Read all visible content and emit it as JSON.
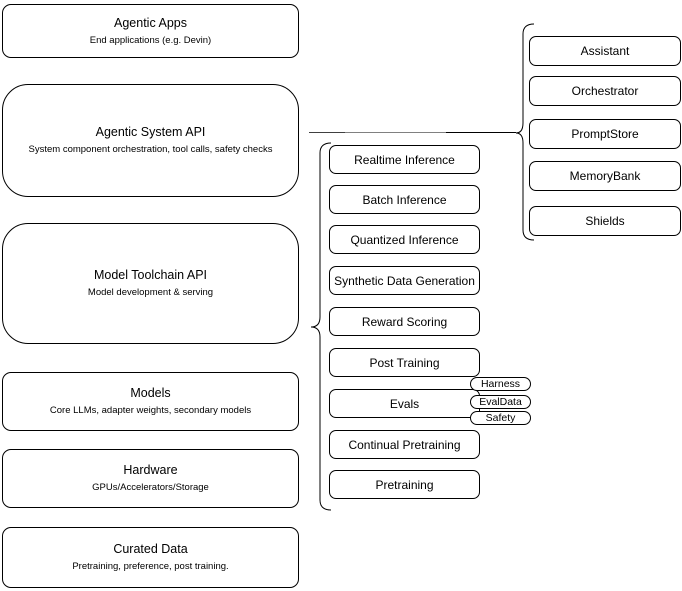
{
  "canvas": {
    "colors": {
      "stroke": "#000000",
      "background": "#ffffff",
      "connector_gray": "#808080"
    }
  },
  "left_stack": [
    {
      "title": "Agentic Apps",
      "subtitle": "End applications (e.g. Devin)"
    },
    {
      "title": "Agentic System API",
      "subtitle": "System component orchestration, tool calls, safety checks"
    },
    {
      "title": "Model Toolchain API",
      "subtitle": "Model development & serving"
    },
    {
      "title": "Models",
      "subtitle": "Core LLMs, adapter weights, secondary models"
    },
    {
      "title": "Hardware",
      "subtitle": "GPUs/Accelerators/Storage"
    },
    {
      "title": "Curated Data",
      "subtitle": "Pretraining, preference, post training."
    }
  ],
  "toolchain_items": [
    "Realtime Inference",
    "Batch Inference",
    "Quantized Inference",
    "Synthetic Data Generation",
    "Reward Scoring",
    "Post Training",
    "Evals",
    "Continual Pretraining",
    "Pretraining"
  ],
  "eval_tags": [
    "Harness",
    "EvalData",
    "Safety"
  ],
  "system_components": [
    "Assistant",
    "Orchestrator",
    "PromptStore",
    "MemoryBank",
    "Shields"
  ]
}
